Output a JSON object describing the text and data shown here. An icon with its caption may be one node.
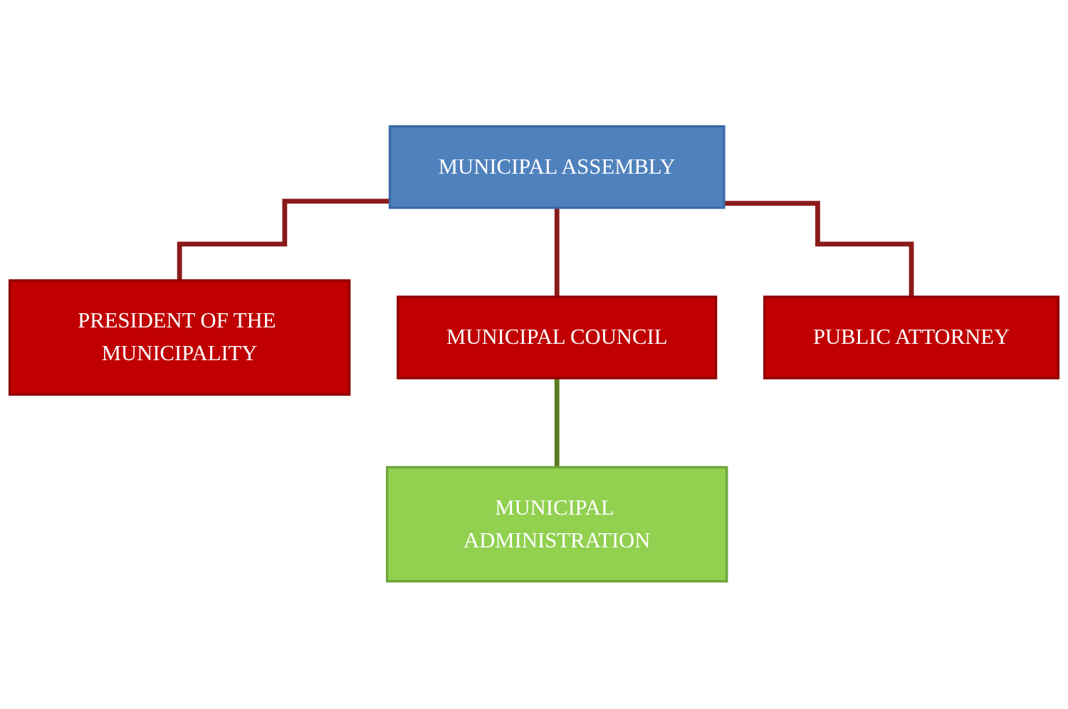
{
  "diagram": {
    "nodes": [
      {
        "text": [
          "MUNICIPAL ASSEMBLY"
        ]
      },
      {
        "text": [
          "PRESIDENT OF THE MUNICIPALITY"
        ]
      },
      {
        "text": [
          "MUNICIPAL COUNCIL"
        ]
      },
      {
        "text": [
          "PUBLIC ATTORNEY"
        ]
      },
      {
        "text": [
          "MUNICIPAL ADMINISTRATION"
        ]
      }
    ],
    "edges": [
      {
        "from": 0,
        "to": 1,
        "arrow": "none"
      },
      {
        "from": 0,
        "to": 2,
        "arrow": "none"
      },
      {
        "from": 0,
        "to": 3,
        "arrow": "none"
      },
      {
        "from": 2,
        "to": 4,
        "arrow": "none",
        "color": "#5a7a1e"
      }
    ]
  }
}
